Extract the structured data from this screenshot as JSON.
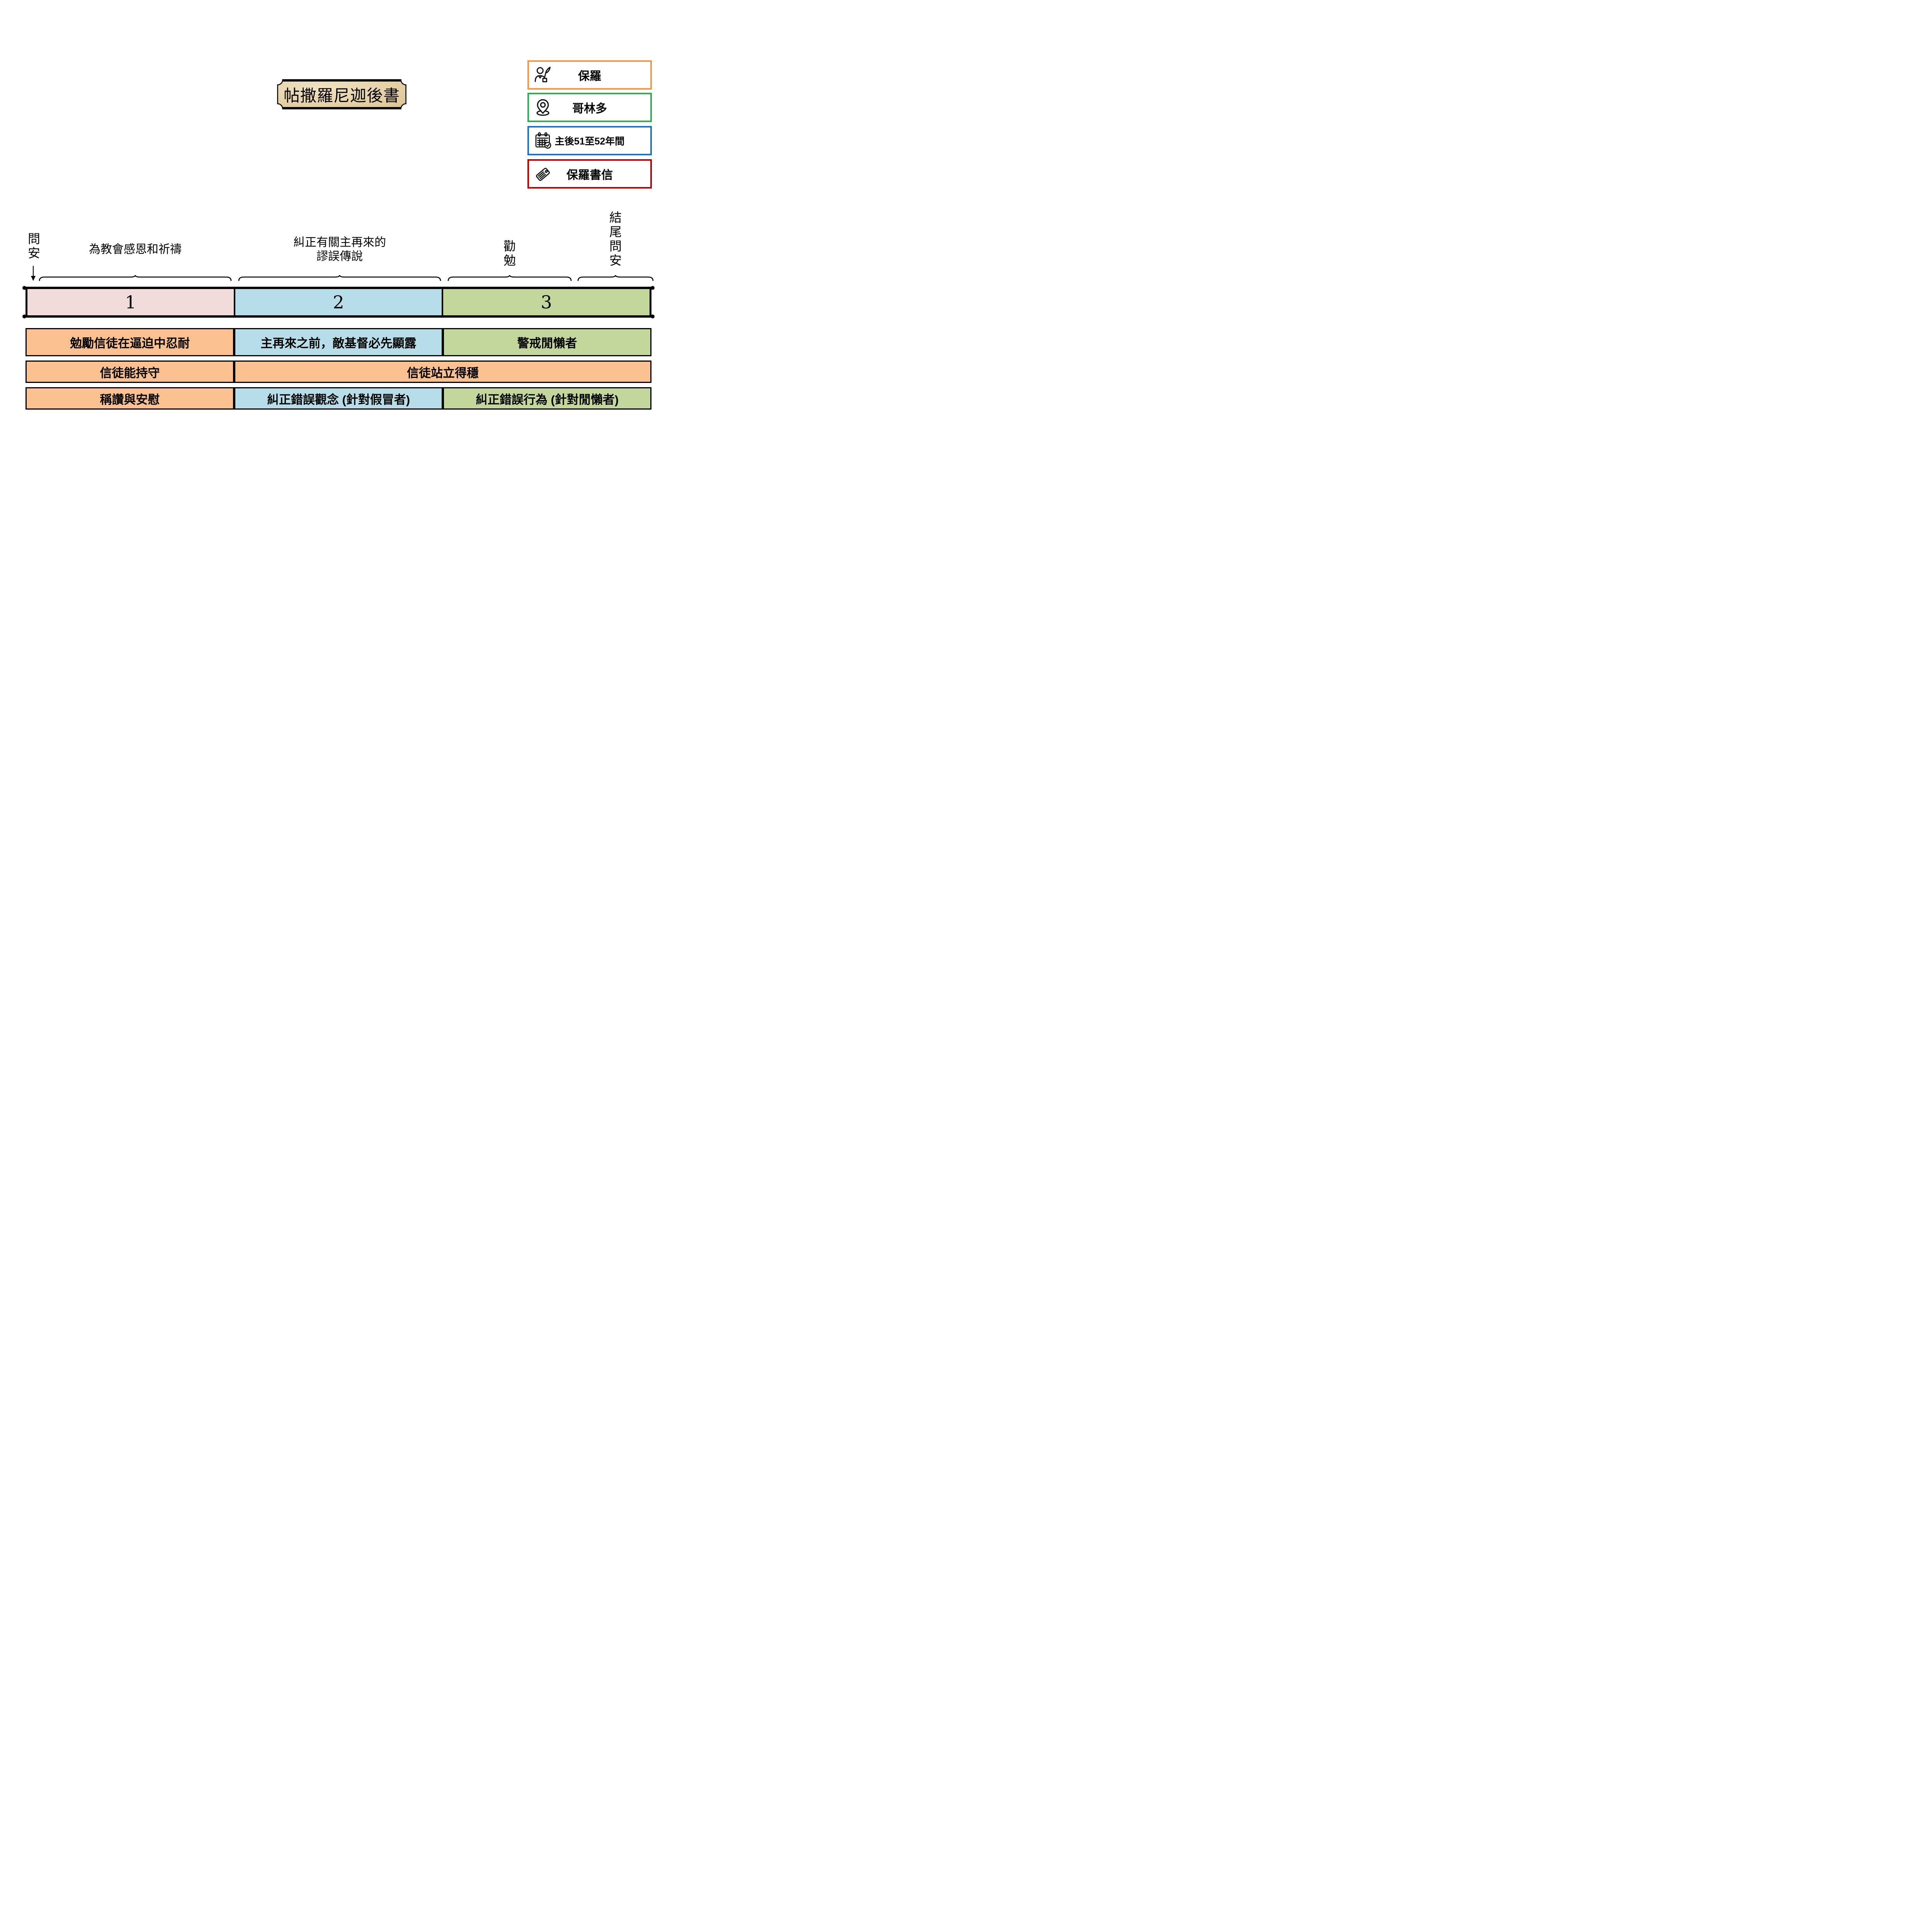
{
  "title": {
    "text": "帖撒羅尼迦後書",
    "plaque_fill": "#E8D5AE",
    "plaque_border": "#000000"
  },
  "legend": {
    "items": [
      {
        "name": "author",
        "icon": "author-quill-icon",
        "label": "保羅",
        "border_color": "#F79646"
      },
      {
        "name": "place",
        "icon": "location-pin-icon",
        "label": "哥林多",
        "border_color": "#2BB250"
      },
      {
        "name": "date",
        "icon": "calendar-check-icon",
        "label": "主後51至52年間",
        "border_color": "#1F72BE"
      },
      {
        "name": "category",
        "icon": "tag-icon",
        "label": "保羅書信",
        "border_color": "#C00000"
      }
    ]
  },
  "annotations": {
    "greeting": "問安",
    "section1_heading": "為教會感恩和祈禱",
    "section2_heading_line1": "糾正有關主再來的",
    "section2_heading_line2": "謬誤傳說",
    "section3_heading": "勸勉",
    "closing": "結尾問安"
  },
  "timeline": {
    "chapters": [
      {
        "number": "1",
        "fill": "#F2DCDB"
      },
      {
        "number": "2",
        "fill": "#B7DEE8"
      },
      {
        "number": "3",
        "fill": "#C3D69B"
      }
    ]
  },
  "rows": [
    {
      "cells": [
        {
          "text": "勉勵信徒在逼迫中忍耐",
          "fill": "#FAC090",
          "col": 1,
          "span": 1
        },
        {
          "text": "主再來之前，敵基督必先顯露",
          "fill": "#B7DEE8",
          "col": 2,
          "span": 1
        },
        {
          "text": "警戒閒懶者",
          "fill": "#C3D69B",
          "col": 3,
          "span": 1
        }
      ]
    },
    {
      "cells": [
        {
          "text": "信徒能持守",
          "fill": "#FAC090",
          "col": 1,
          "span": 1
        },
        {
          "text": "信徒站立得穩",
          "fill": "#FAC090",
          "col": 2,
          "span": 2
        }
      ]
    },
    {
      "cells": [
        {
          "text": "稱讚與安慰",
          "fill": "#FAC090",
          "col": 1,
          "span": 1
        },
        {
          "text": "糾正錯誤觀念 (針對假冒者)",
          "fill": "#B7DEE8",
          "col": 2,
          "span": 1
        },
        {
          "text": "糾正錯誤行為 (針對閒懶者)",
          "fill": "#C3D69B",
          "col": 3,
          "span": 1
        }
      ]
    }
  ],
  "colors": {
    "orange_cell": "#FAC090",
    "blue_cell": "#B7DEE8",
    "green_cell": "#C3D69B",
    "pink_chapter": "#F2DCDB"
  }
}
